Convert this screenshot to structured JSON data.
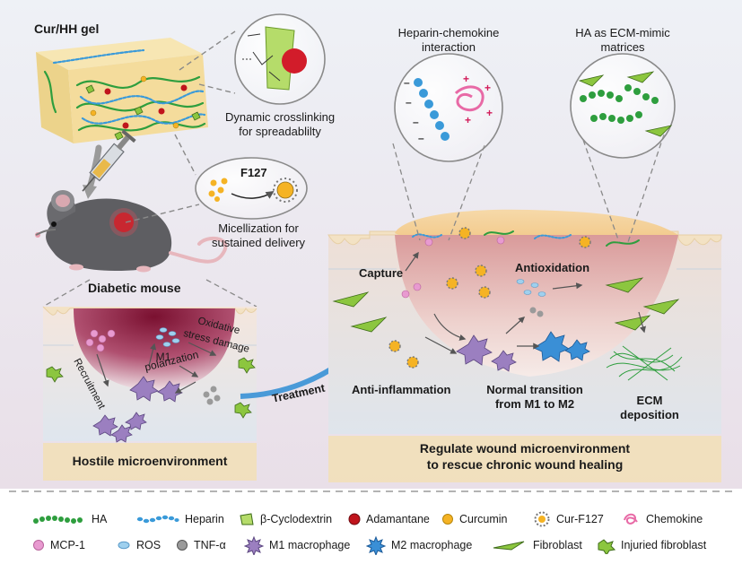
{
  "top_left": {
    "gel_title": "Cur/HH gel",
    "crosslink_label_1": "Dynamic crosslinking",
    "crosslink_label_2": "for spreadablilty",
    "micelle_agent": "F127",
    "micelle_label_1": "Micellization for",
    "micelle_label_2": "sustained delivery",
    "mouse_label": "Diabetic mouse"
  },
  "left_panel": {
    "recruitment": "Recruitment",
    "m1_line1": "M1",
    "m1_line2": "polarization",
    "oxidative_1": "Oxidative",
    "oxidative_2": "stress damage",
    "banner": "Hostile microenvironment"
  },
  "arrow_label": "Treatment",
  "right_panel": {
    "heparin_title_1": "Heparin-chemokine",
    "heparin_title_2": "interaction",
    "ha_title_1": "HA as ECM-mimic",
    "ha_title_2": "matrices",
    "capture": "Capture",
    "antioxidation": "Antioxidation",
    "anti_inflammation": "Anti-inflammation",
    "transition_1": "Normal transition",
    "transition_2": "from M1 to M2",
    "ecm_1": "ECM",
    "ecm_2": "deposition",
    "banner_1": "Regulate wound microenvironment",
    "banner_2": "to rescue chronic wound healing"
  },
  "legend": {
    "row1": [
      "HA",
      "Heparin",
      "β-Cyclodextrin",
      "Adamantane",
      "Curcumin",
      "Cur-F127",
      "Chemokine"
    ],
    "row2": [
      "MCP-1",
      "ROS",
      "TNF-α",
      "M1 macrophage",
      "M2 macrophage",
      "Fibroblast",
      "Injuried fibroblast"
    ]
  },
  "colors": {
    "ha": "#2e9e3e",
    "heparin": "#3a9ad9",
    "adamantane": "#c0141c",
    "curcumin": "#f5b324",
    "m1": "#9b7fc0",
    "m2": "#3a8fd6",
    "fibroblast": "#8cc63f",
    "mcp1": "#e89ad0",
    "treatment_arrow": "#4a9ad8"
  },
  "icons": [
    "gel-block",
    "syringe",
    "mouse",
    "magnifier-circle",
    "wound-tissue",
    "macrophage",
    "fibroblast",
    "legend-swatch"
  ]
}
